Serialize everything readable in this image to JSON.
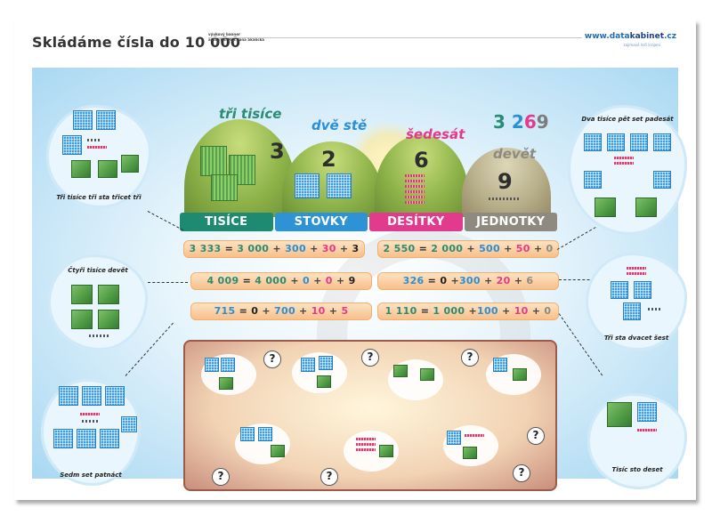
{
  "header": {
    "title": "Skládáme čísla do 10 000",
    "meta_line1": "výukový banner",
    "meta_line2": "autor/ka: Mgr. Jana Skalická",
    "brand_prefix": "www.data",
    "brand_strong": "kabinet",
    "brand_suffix": ".cz",
    "brand_sub": "zajímavé řeči krajení"
  },
  "words": {
    "thousands": "tři tisíce",
    "hundreds": "dvě stě",
    "tens": "šedesát",
    "ones": "devět"
  },
  "headline_number": {
    "d1": "3",
    "d2": "2",
    "d3": "6",
    "d4": "9"
  },
  "hill_digits": [
    "3",
    "2",
    "6",
    "9"
  ],
  "place_labels": [
    "TISÍCE",
    "STOVKY",
    "DESÍTKY",
    "JEDNOTKY"
  ],
  "equations": {
    "e1": {
      "n": "3 333",
      "eq": "=",
      "a": "3 000",
      "p1": "+",
      "b": "300",
      "p2": "+",
      "c": "30",
      "p3": "+",
      "d": "3"
    },
    "e2": {
      "n": "2 550",
      "eq": "=",
      "a": "2 000",
      "p1": "+",
      "b": "500",
      "p2": "+",
      "c": "50",
      "p3": "+",
      "d": "0"
    },
    "e3": {
      "n": "4 009",
      "eq": "=",
      "a": "4 000",
      "p1": "+",
      "b": "0",
      "p2": "+",
      "c": "0",
      "p3": "+",
      "d": "9"
    },
    "e4": {
      "n": "326",
      "eq": "=",
      "a": "0",
      "p1": "+",
      "b": "300",
      "p2": "+",
      "c": "20",
      "p3": "+",
      "d": "6"
    },
    "e5": {
      "n": "715",
      "eq": "=",
      "a": "0",
      "p1": "+",
      "b": "700",
      "p2": "+",
      "c": "10",
      "p3": "+",
      "d": "5"
    },
    "e6": {
      "n": "1 110",
      "eq": "=",
      "a": "1 000",
      "p1": "+",
      "b": "100",
      "p2": "+",
      "c": "10",
      "p3": "+",
      "d": "0"
    }
  },
  "clouds": {
    "left_top": "Tři tisíce tři sta třicet tři",
    "left_mid": "Čtyři tisíce devět",
    "left_bottom": "Sedm set patnáct",
    "right_top": "Dva tisíce pět set padesát",
    "right_mid": "Tři sta dvacet šest",
    "right_bottom": "Tisíc sto deset"
  },
  "practice": {
    "question_mark": "?"
  },
  "colors": {
    "thousands": "#2a8c73",
    "hundreds": "#2a8fd6",
    "tens": "#e5398b",
    "ones": "#8d8a82"
  }
}
